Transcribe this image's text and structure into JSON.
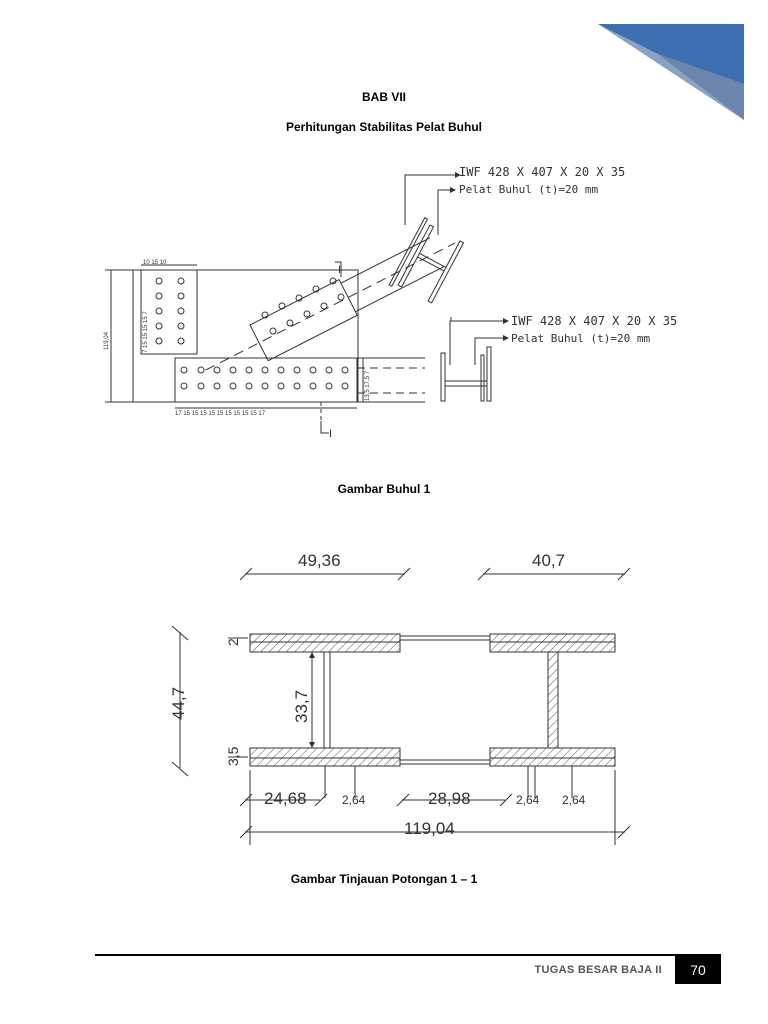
{
  "header": {
    "chapter": "BAB VII",
    "title": "Perhitungan Stabilitas Pelat Buhul"
  },
  "figure1": {
    "caption": "Gambar Buhul 1",
    "label_iwf_top": "IWF 428 X 407 X 20 X 35",
    "label_plate_top": "Pelat Buhul (t)=20 mm",
    "label_iwf_right": "IWF 428 X 407 X 20 X 35",
    "label_plate_right": "Pelat Buhul (t)=20 mm",
    "height_dim": "119,04",
    "top_dims": "10 15 10",
    "bottom_dims": "17 15 15 15 15 15 15 15 15 15 17",
    "side_dims_left": "7 15 15 15 15 7",
    "side_dims_right": "13,5 17,5 7",
    "section_mark": "I"
  },
  "figure2": {
    "caption": "Gambar Tinjauan Potongan 1 – 1",
    "dim_49_36": "49,36",
    "dim_40_7": "40,7",
    "dim_44_7": "44,7",
    "dim_33_7": "33,7",
    "dim_2": "2",
    "dim_3_5": "3,5",
    "dim_24_68": "24,68",
    "dim_2_64_a": "2,64",
    "dim_28_98": "28,98",
    "dim_2_64_b": "2,64",
    "dim_2_64_c": "2,64",
    "dim_119_04": "119,04"
  },
  "footer": {
    "course": "TUGAS BESAR BAJA II",
    "page": "70"
  },
  "colors": {
    "corner_dark": "#3d6fb0",
    "corner_light": "#8aa2c4",
    "drawing": "#333333"
  }
}
